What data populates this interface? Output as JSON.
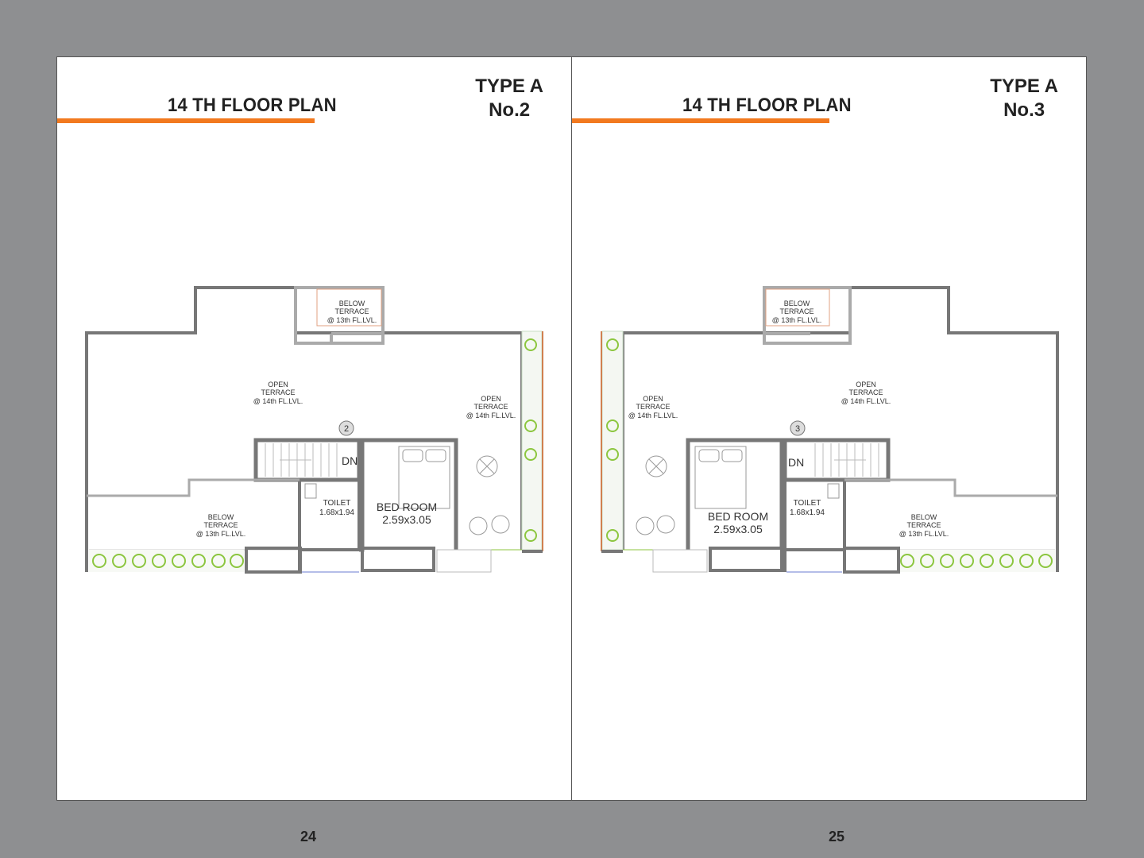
{
  "pages": [
    {
      "title": "14 TH FLOOR PLAN",
      "type_line1": "TYPE A",
      "type_line2": "No.2",
      "page_number": "24",
      "unit_marker": "2",
      "labels": {
        "below_terrace_top": [
          "BELOW",
          "TERRACE",
          "@ 13th FL.LVL."
        ],
        "open_terrace_main": [
          "OPEN",
          "TERRACE",
          "@ 14th FL.LVL."
        ],
        "open_terrace_side": [
          "OPEN",
          "TERRACE",
          "@ 14th FL.LVL."
        ],
        "below_terrace_bottom": [
          "BELOW",
          "TERRACE",
          "@ 13th FL.LVL."
        ],
        "stair": "DN",
        "toilet": [
          "TOILET",
          "1.68x1.94"
        ],
        "bedroom": [
          "BED ROOM",
          "2.59x3.05"
        ]
      }
    },
    {
      "title": "14 TH FLOOR PLAN",
      "type_line1": "TYPE A",
      "type_line2": "No.3",
      "page_number": "25",
      "unit_marker": "3",
      "labels": {
        "below_terrace_top": [
          "BELOW",
          "TERRACE",
          "@ 13th FL.LVL."
        ],
        "open_terrace_main": [
          "OPEN",
          "TERRACE",
          "@ 14th FL.LVL."
        ],
        "open_terrace_side": [
          "OPEN",
          "TERRACE",
          "@ 14th FL.LVL."
        ],
        "below_terrace_bottom": [
          "BELOW",
          "TERRACE",
          "@ 13th FL.LVL."
        ],
        "stair": "DN",
        "toilet": [
          "TOILET",
          "1.68x1.94"
        ],
        "bedroom": [
          "BED ROOM",
          "2.59x3.05"
        ]
      }
    }
  ],
  "colors": {
    "background": "#8e8f91",
    "accent": "#f2791f",
    "wall": "#777777",
    "planter": "#8cc63f"
  },
  "icons": [
    "bed-icon",
    "round-table-icon",
    "chair-icon",
    "planter-icon",
    "unit-number-icon"
  ]
}
